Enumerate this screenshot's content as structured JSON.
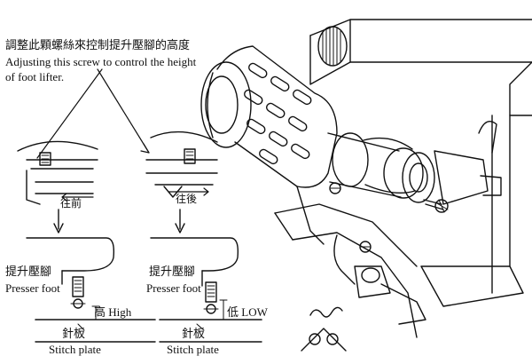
{
  "instruction": {
    "chinese": "調整此顆螺絲來控制提升壓腳的高度",
    "english_line1": "Adjusting this screw to control the height",
    "english_line2": "of foot lifter."
  },
  "left_detail": {
    "direction_label": "往前",
    "presser_foot_cn": "提升壓腳",
    "presser_foot_en": "Presser foot",
    "height_label": "高 High",
    "stitch_plate_cn": "針板",
    "stitch_plate_en": "Stitch plate"
  },
  "right_detail": {
    "direction_label": "往後",
    "presser_foot_cn": "提升壓腳",
    "presser_foot_en": "Presser foot",
    "height_label": "低 LOW",
    "stitch_plate_cn": "針板",
    "stitch_plate_en": "Stitch plate"
  }
}
